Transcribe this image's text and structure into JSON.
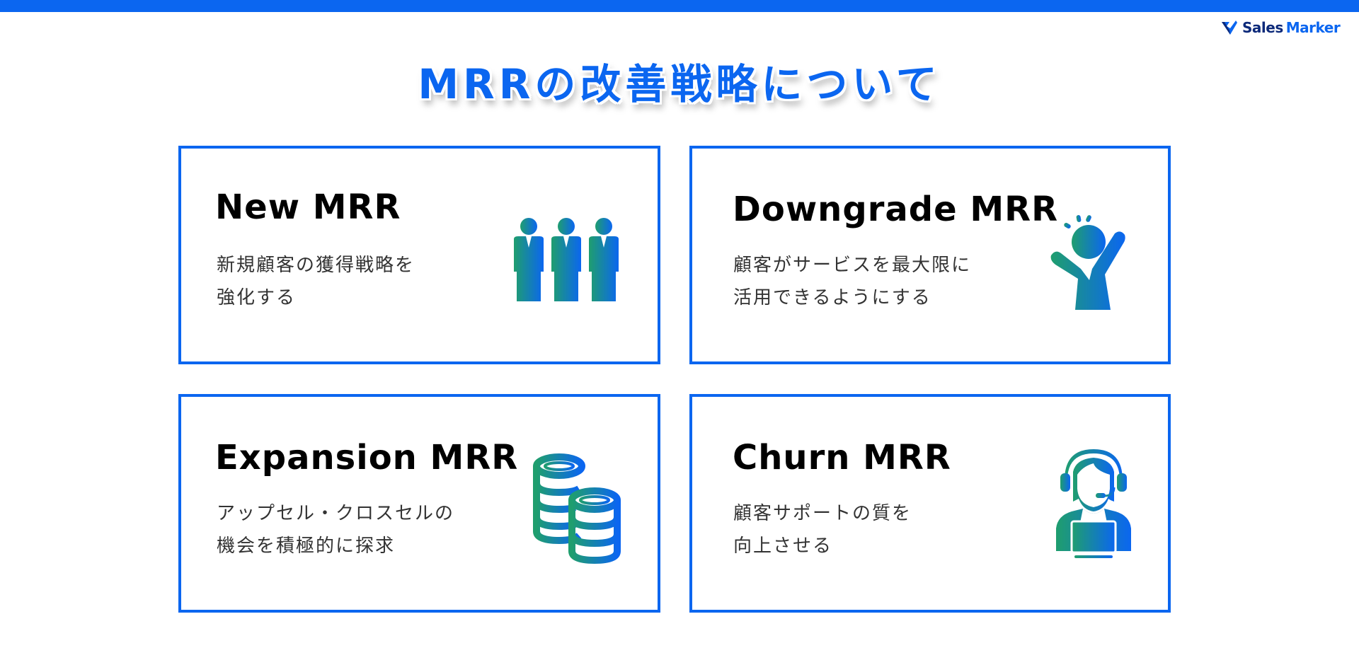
{
  "header": {
    "bar_color": "#0b66f0",
    "logo": {
      "part1": "Sales",
      "part2": "Marker"
    }
  },
  "title": "MRRの改善戦略について",
  "colors": {
    "accent": "#0b66f0",
    "gradient_start": "#1f9e6e",
    "gradient_end": "#0b66f0"
  },
  "cards": [
    {
      "title": "New MRR",
      "desc_lines": [
        "新規顧客の獲得戦略を",
        "強化する"
      ],
      "icon": "business-people-icon"
    },
    {
      "title": "Downgrade MRR",
      "desc_lines": [
        "顧客がサービスを最大限に",
        "活用できるようにする"
      ],
      "icon": "happy-person-icon"
    },
    {
      "title": "Expansion MRR",
      "desc_lines": [
        "アップセル・クロスセルの",
        "機会を積極的に探求"
      ],
      "icon": "coin-stacks-icon"
    },
    {
      "title": "Churn MRR",
      "desc_lines": [
        "顧客サポートの質を",
        "向上させる"
      ],
      "icon": "support-operator-icon"
    }
  ]
}
